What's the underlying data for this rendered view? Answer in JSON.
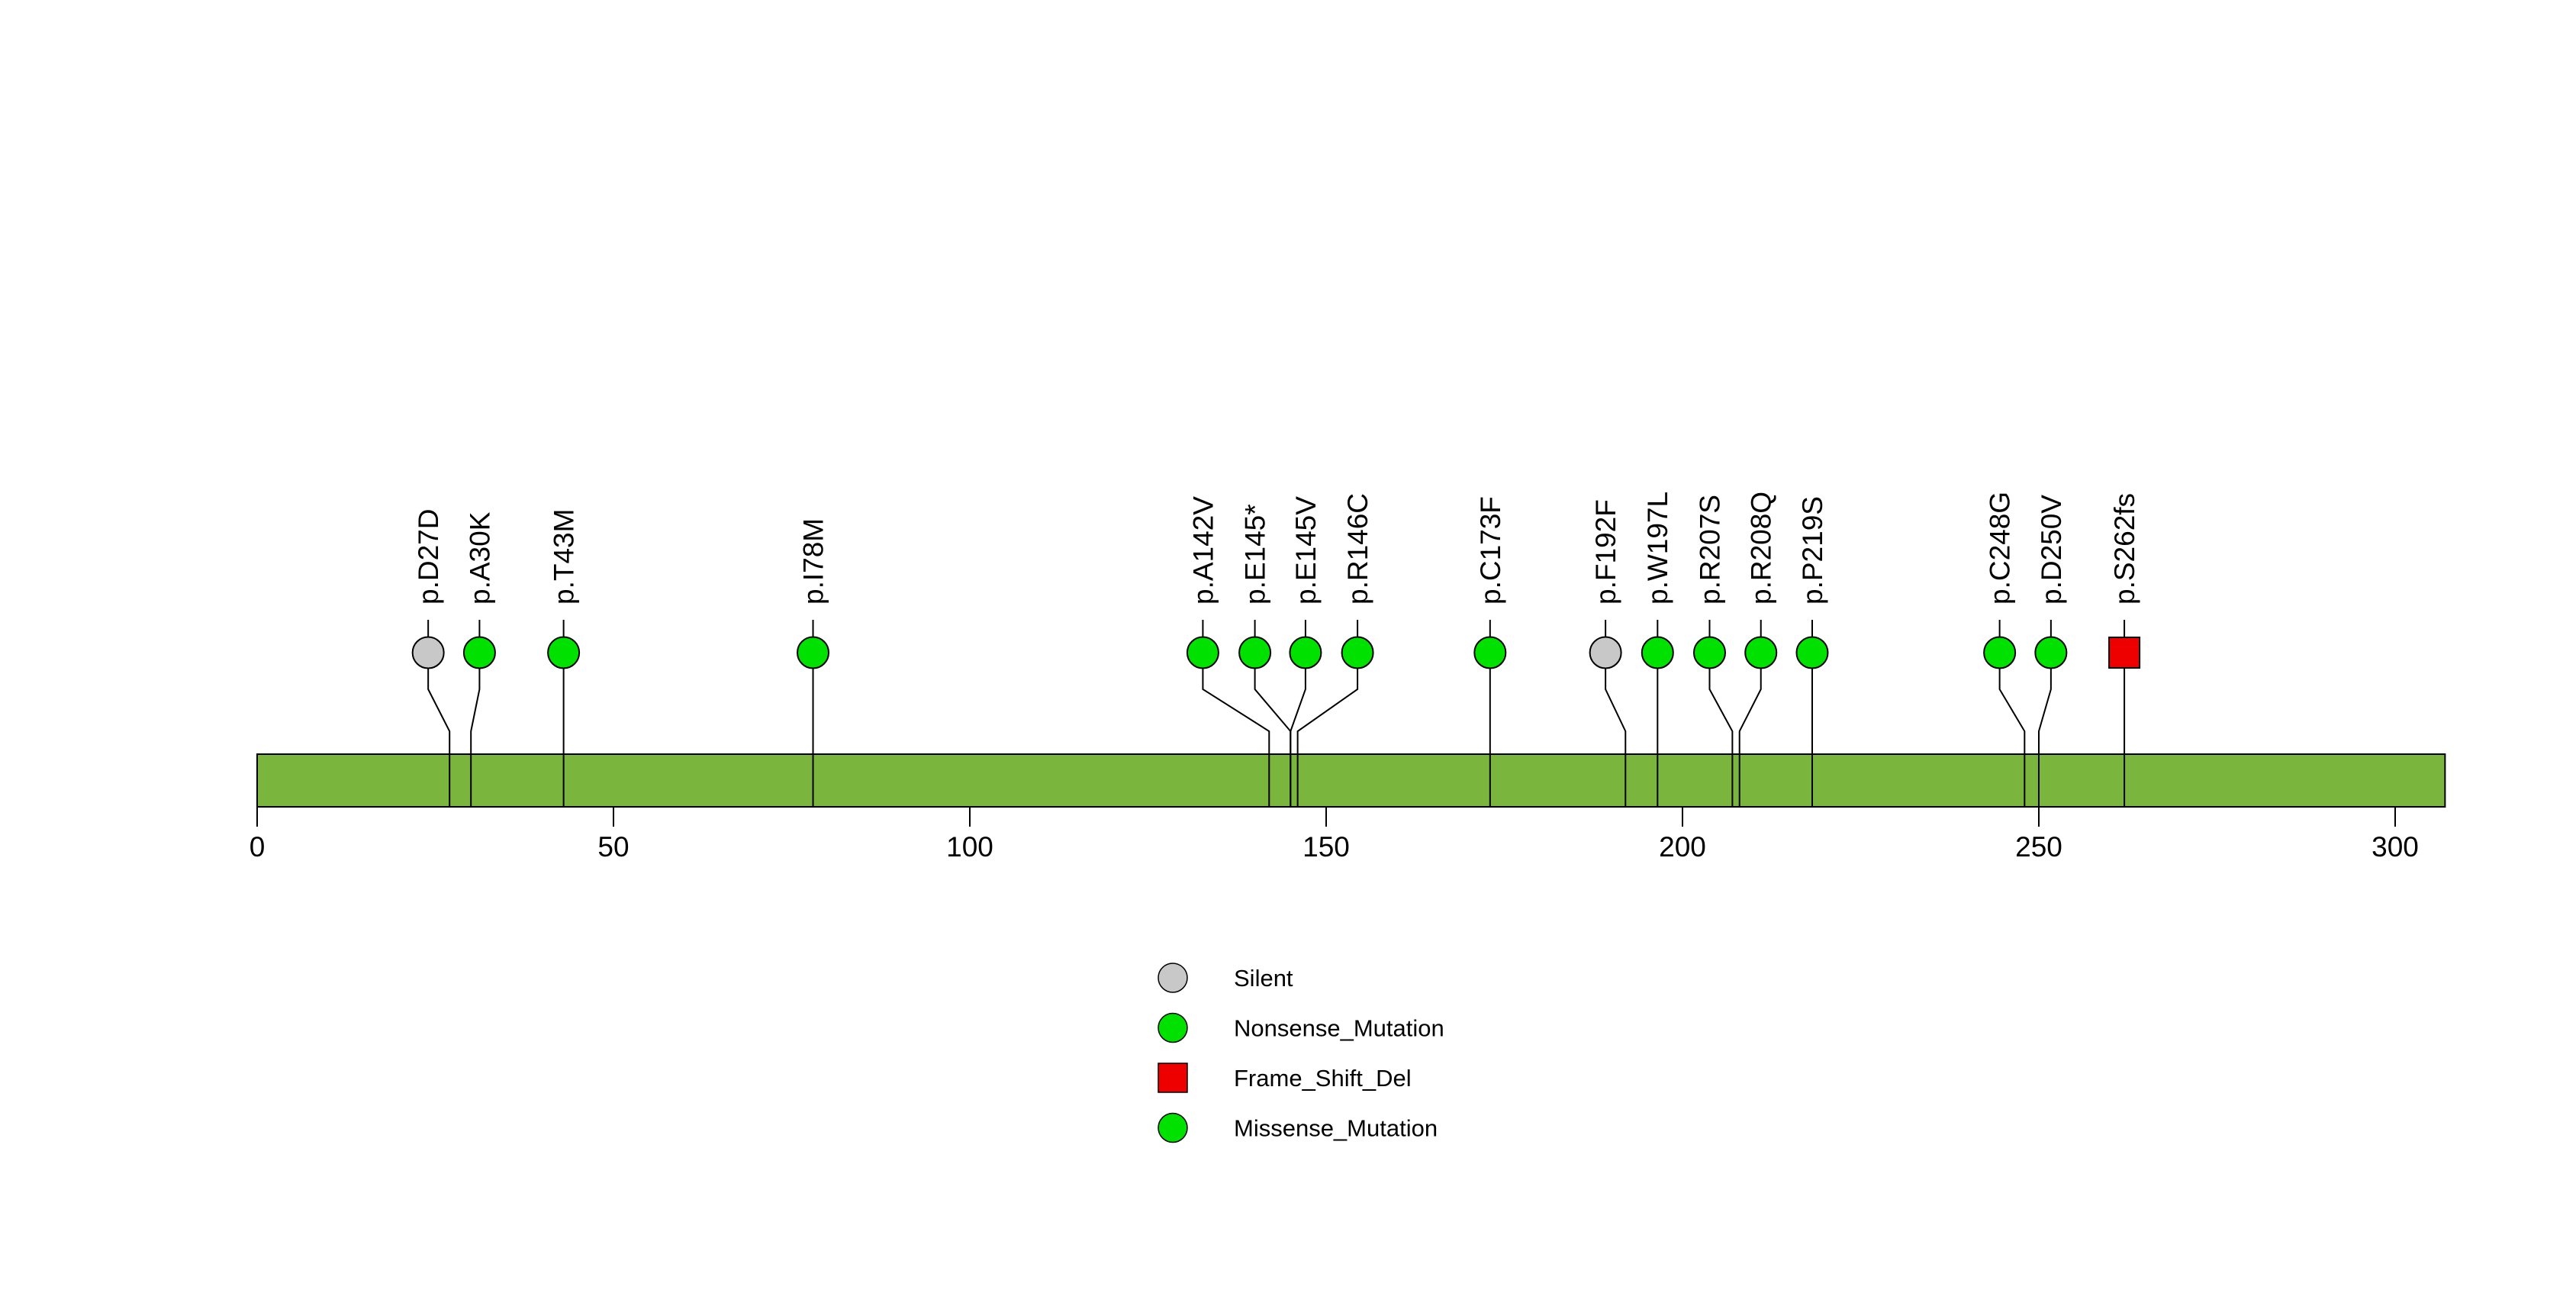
{
  "chart_data": {
    "type": "lollipop",
    "title": "",
    "xlabel": "",
    "ylabel": "",
    "protein_length": 307,
    "xlim": [
      0,
      307
    ],
    "x_ticks": [
      0,
      50,
      100,
      150,
      200,
      250,
      300
    ],
    "grid": false,
    "gene_body_color": "#7ab53d",
    "outline_color": "#000000",
    "marker_colors": {
      "Silent": "#c8c8c8",
      "Nonsense_Mutation": "#00e100",
      "Frame_Shift_Del": "#ee0000",
      "Missense_Mutation": "#00e100"
    },
    "mutations": [
      {
        "label": "p.D27D",
        "pos": 27,
        "display_pos": 24.0,
        "type": "Silent",
        "shape": "circle"
      },
      {
        "label": "p.A30K",
        "pos": 30,
        "display_pos": 31.2,
        "type": "Missense_Mutation",
        "shape": "circle"
      },
      {
        "label": "p.T43M",
        "pos": 43,
        "display_pos": 43.0,
        "type": "Missense_Mutation",
        "shape": "circle"
      },
      {
        "label": "p.I78M",
        "pos": 78,
        "display_pos": 78.0,
        "type": "Missense_Mutation",
        "shape": "circle"
      },
      {
        "label": "p.A142V",
        "pos": 142,
        "display_pos": 132.7,
        "type": "Missense_Mutation",
        "shape": "circle"
      },
      {
        "label": "p.E145*",
        "pos": 145,
        "display_pos": 140.0,
        "type": "Nonsense_Mutation",
        "shape": "circle"
      },
      {
        "label": "p.E145V",
        "pos": 145,
        "display_pos": 147.1,
        "type": "Missense_Mutation",
        "shape": "circle"
      },
      {
        "label": "p.R146C",
        "pos": 146,
        "display_pos": 154.4,
        "type": "Missense_Mutation",
        "shape": "circle"
      },
      {
        "label": "p.C173F",
        "pos": 173,
        "display_pos": 173.0,
        "type": "Missense_Mutation",
        "shape": "circle"
      },
      {
        "label": "p.F192F",
        "pos": 192,
        "display_pos": 189.2,
        "type": "Silent",
        "shape": "circle"
      },
      {
        "label": "p.W197L",
        "pos": 197,
        "display_pos": 196.5,
        "type": "Missense_Mutation",
        "shape": "circle"
      },
      {
        "label": "p.R207S",
        "pos": 207,
        "display_pos": 203.8,
        "type": "Missense_Mutation",
        "shape": "circle"
      },
      {
        "label": "p.R208Q",
        "pos": 208,
        "display_pos": 211.0,
        "type": "Missense_Mutation",
        "shape": "circle"
      },
      {
        "label": "p.P219S",
        "pos": 219,
        "display_pos": 218.2,
        "type": "Missense_Mutation",
        "shape": "circle"
      },
      {
        "label": "p.C248G",
        "pos": 248,
        "display_pos": 244.5,
        "type": "Missense_Mutation",
        "shape": "circle"
      },
      {
        "label": "p.D250V",
        "pos": 250,
        "display_pos": 251.7,
        "type": "Missense_Mutation",
        "shape": "circle"
      },
      {
        "label": "p.S262fs",
        "pos": 262,
        "display_pos": 262.0,
        "type": "Frame_Shift_Del",
        "shape": "square"
      }
    ],
    "legend": {
      "position": "bottom-center",
      "items": [
        {
          "label": "Silent",
          "shape": "circle",
          "color": "#c8c8c8"
        },
        {
          "label": "Nonsense_Mutation",
          "shape": "circle",
          "color": "#00e100"
        },
        {
          "label": "Frame_Shift_Del",
          "shape": "square",
          "color": "#ee0000"
        },
        {
          "label": "Missense_Mutation",
          "shape": "circle",
          "color": "#00e100"
        }
      ]
    }
  }
}
